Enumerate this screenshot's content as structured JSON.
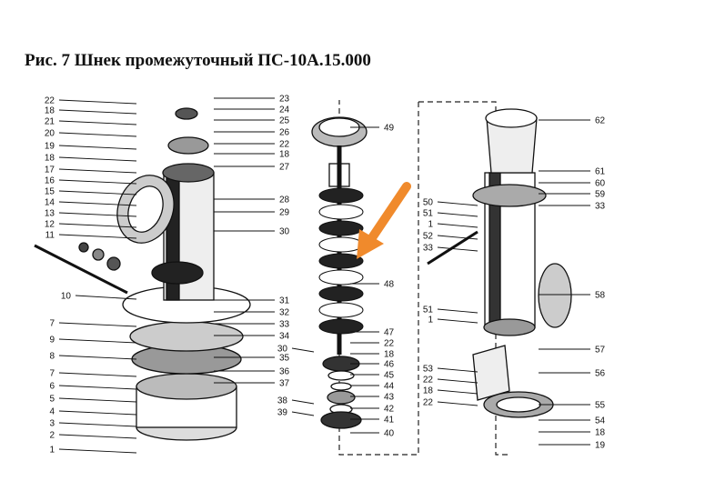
{
  "title": "Рис. 7 Шнек промежуточный ПС-10А.15.000",
  "accent_color": "#f08a2c",
  "labels": {
    "left_assembly_left": [
      "22",
      "18",
      "21",
      "20",
      "19",
      "18",
      "17",
      "16",
      "15",
      "14",
      "13",
      "12",
      "11",
      "10",
      "7",
      "9",
      "8",
      "7",
      "6",
      "5",
      "4",
      "3",
      "2",
      "1"
    ],
    "left_assembly_right": [
      "23",
      "24",
      "25",
      "26",
      "22",
      "18",
      "27",
      "28",
      "29",
      "30",
      "31",
      "32",
      "33",
      "34",
      "35",
      "36",
      "37"
    ],
    "auger_right": [
      "49",
      "48",
      "47",
      "22",
      "18",
      "46",
      "45",
      "44",
      "43",
      "42",
      "41",
      "40"
    ],
    "auger_left": [
      "30",
      "38",
      "39"
    ],
    "right_assembly_right": [
      "62",
      "61",
      "60",
      "59",
      "33",
      "58",
      "57",
      "56",
      "55",
      "54",
      "18",
      "19"
    ],
    "right_assembly_left": [
      "50",
      "51",
      "1",
      "52",
      "33",
      "51",
      "1",
      "53",
      "22",
      "18",
      "22"
    ]
  }
}
